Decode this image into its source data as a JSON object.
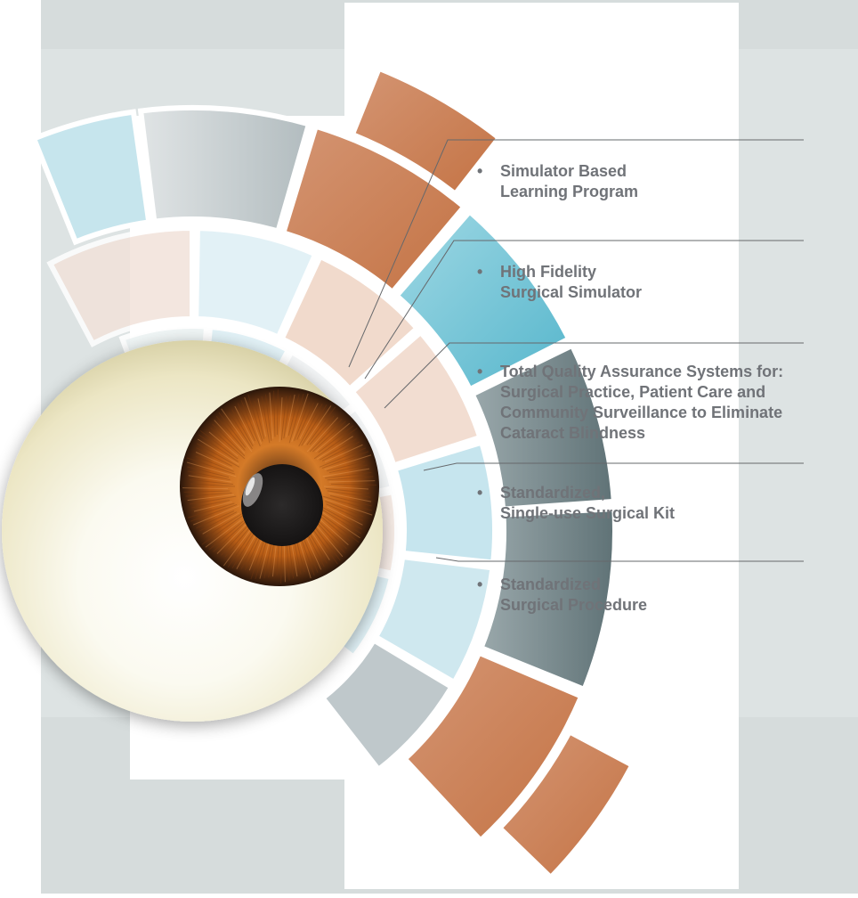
{
  "colors": {
    "background_panel": "#d6dcdc",
    "white_plate": "#ffffff",
    "text": "#707378",
    "leader_line": "#66686b",
    "copper": "#c97d52",
    "light_blue": "#cde8ef",
    "mid_blue": "#6fc3d6",
    "grey": "#b9c1c4",
    "slate": "#6f8286",
    "peach": "#efd8cc",
    "iris": "#c46a1e",
    "pupil": "#1e1b1b",
    "eyeball": "#f3f0dc"
  },
  "diagram": {
    "bullet": "•",
    "items": [
      {
        "lines": [
          "Simulator Based",
          "Learning Program"
        ]
      },
      {
        "lines": [
          "High Fidelity",
          "Surgical Simulator"
        ]
      },
      {
        "lines": [
          "Total Quality Assurance Systems for:",
          "Surgical Practice, Patient Care and",
          "Community Surveillance to Eliminate",
          "Cataract Blindness"
        ]
      },
      {
        "lines": [
          "Standardized,",
          "Single-use Surgical Kit"
        ]
      },
      {
        "lines": [
          "Standardized",
          "Surgical Procedure"
        ]
      }
    ]
  }
}
